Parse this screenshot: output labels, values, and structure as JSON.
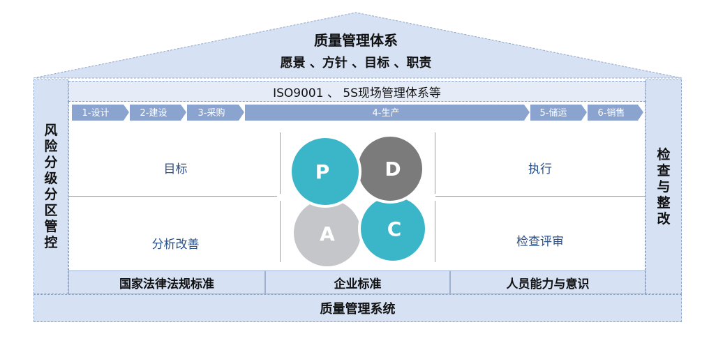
{
  "roof": {
    "title": "质量管理体系",
    "subtitle": "愿景 、方针 、目标 、职责"
  },
  "top_bar": "ISO9001 、 5S现场管理体系等",
  "left_column": [
    "风",
    "险",
    "分",
    "级",
    "分",
    "区",
    "管",
    "控"
  ],
  "right_column": [
    "检",
    "查",
    "与",
    "整",
    "改"
  ],
  "process_steps": [
    {
      "label": "1-设计"
    },
    {
      "label": "2-建设"
    },
    {
      "label": "3-采购"
    },
    {
      "label": "4-生产"
    },
    {
      "label": "5-储运"
    },
    {
      "label": "6-销售"
    }
  ],
  "quadrants": {
    "top_left": "目标",
    "bottom_left": "分析改善",
    "top_right": "执行",
    "bottom_right": "检查评审"
  },
  "pdca": {
    "p": "P",
    "d": "D",
    "c": "C",
    "a": "A",
    "colors": {
      "p": "#3bb6c8",
      "d": "#7b7b7b",
      "c": "#3bb6c8",
      "a": "#c4c6c9"
    }
  },
  "bottom_cells": [
    "国家法律法规标准",
    "企业标准",
    "人员能力与意识"
  ],
  "footer": "质量管理系统",
  "colors": {
    "panel": "#d6e1f3",
    "arrow": "#8aa4cf",
    "text_blue": "#2a4f8a"
  }
}
